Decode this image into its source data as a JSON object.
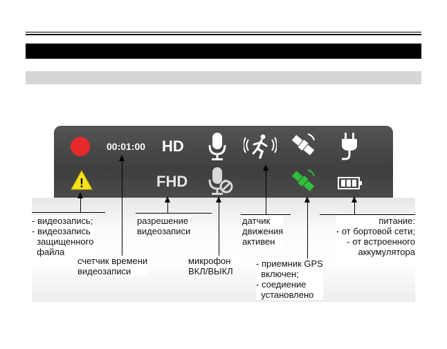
{
  "panel": {
    "timer": "00:01:00",
    "hd": "HD",
    "fhd": "FHD",
    "warning_glyph": "!",
    "colors": {
      "record": "#e8292b",
      "warning": "#f6e31a",
      "gps_active": "#2fbf3a",
      "panel": "#4a4a4a"
    },
    "icons": [
      "record-icon",
      "warning-icon",
      "microphone-icon",
      "microphone-off-icon",
      "motion-sensor-icon",
      "satellite-icon",
      "satellite-active-icon",
      "plug-icon",
      "battery-icon"
    ]
  },
  "labels": {
    "recording": "- видеозапись;\n- видеозапись\n  защищенного\n  файла",
    "timer": "счетчик времени\nвидеозаписи",
    "resolution": "разрешение\nвидеозаписи",
    "microphone": "микрофон\nВКЛ/ВЫКЛ",
    "motion": "датчик\nдвижения\nактивен",
    "gps": "- приемник GPS\n  включен;\n- соедиение\n  установлено",
    "power": "питание:\n- от бортовой сети;\n- от встроенного\n  аккумулятора"
  }
}
